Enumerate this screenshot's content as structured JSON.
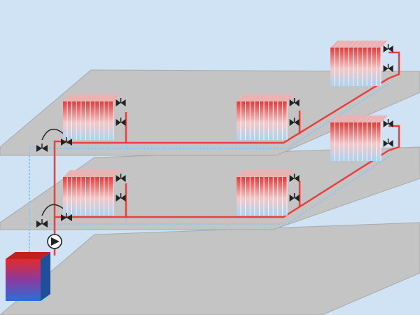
{
  "diagram": {
    "colors": {
      "background": "#cfe3f5",
      "floor_plate": "#c4c4c4",
      "floor_edge": "#a9a9a9",
      "supply_pipe": "#e83f3f",
      "return_pipe": "#8fc6ee",
      "radiator_hot": "#e33a3a",
      "radiator_cold": "#a8d4f5",
      "valve": "#222222",
      "boiler_top": "#e22a2a",
      "boiler_bottom": "#2a6fd6"
    },
    "floors": [
      {
        "name": "ground-slab"
      },
      {
        "name": "first-floor"
      },
      {
        "name": "second-floor"
      }
    ],
    "radiators": [
      {
        "name": "radiator-floor1-left"
      },
      {
        "name": "radiator-floor1-middle"
      },
      {
        "name": "radiator-floor1-right"
      },
      {
        "name": "radiator-floor2-left"
      },
      {
        "name": "radiator-floor2-middle"
      },
      {
        "name": "radiator-floor2-right"
      }
    ],
    "components": {
      "boiler": "boiler-icon",
      "pump": "circulation-pump-icon",
      "valve": "valve-icon"
    }
  }
}
